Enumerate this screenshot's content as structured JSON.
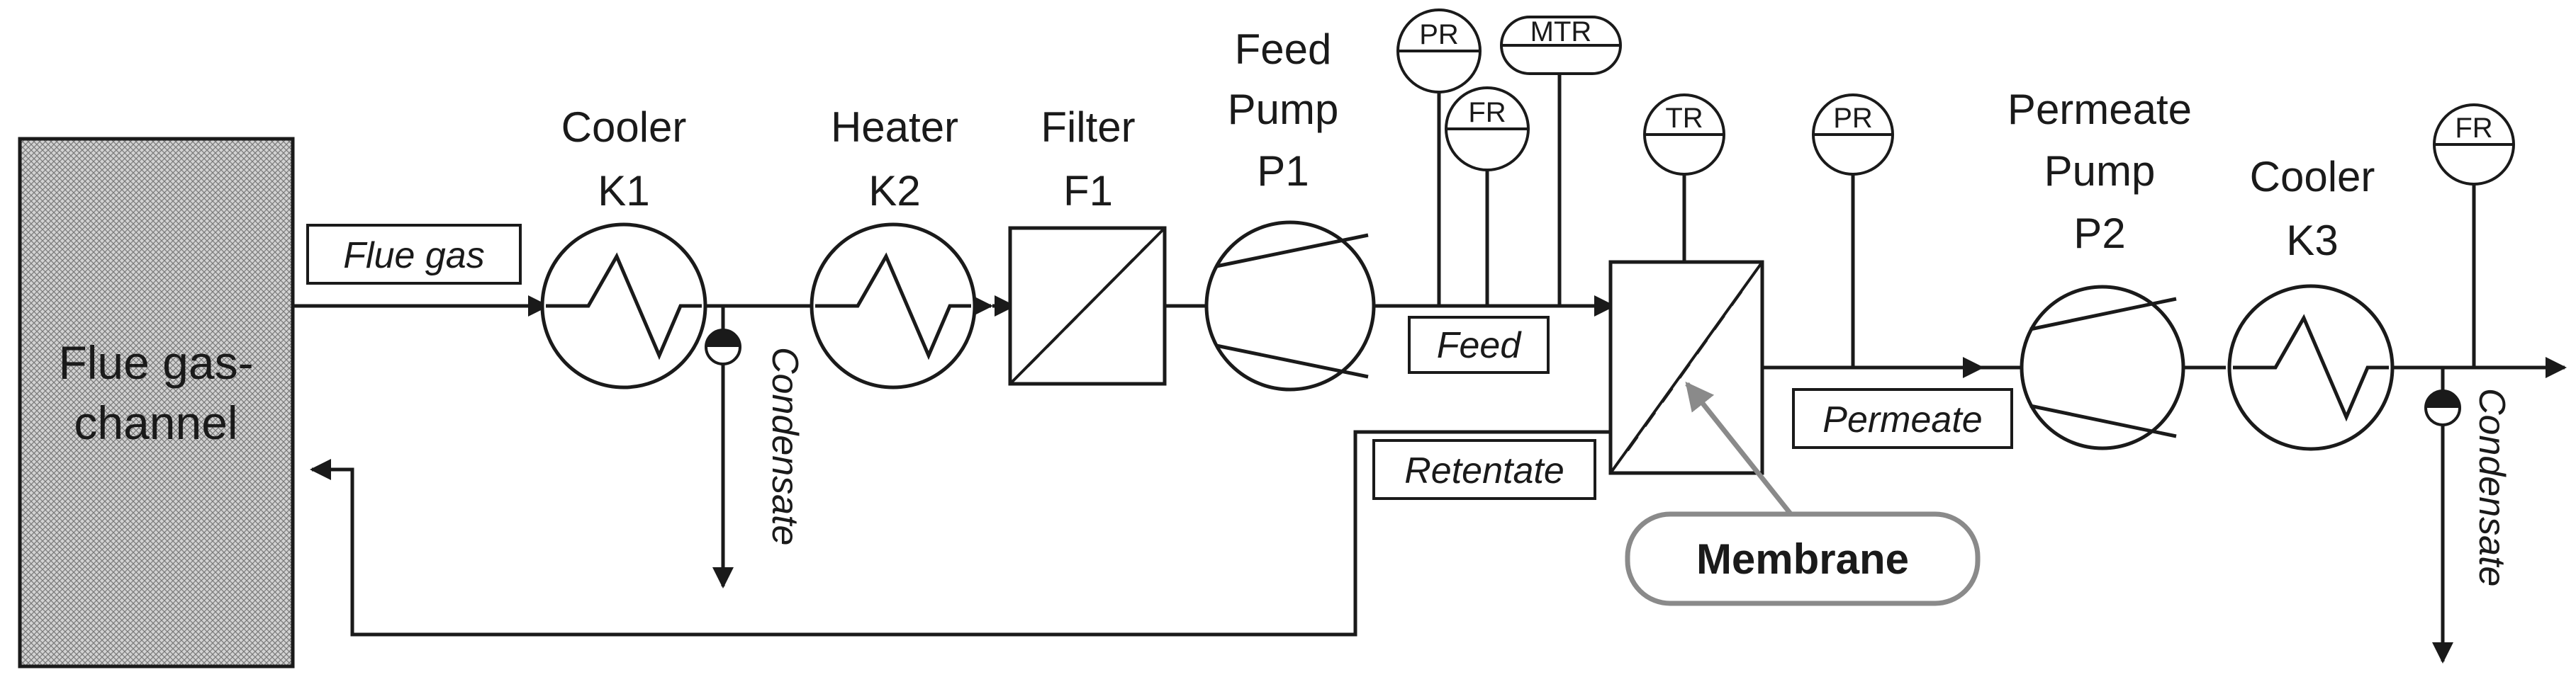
{
  "channel": {
    "line1": "Flue gas-",
    "line2": "channel"
  },
  "streams": {
    "flue_gas": "Flue gas",
    "feed": "Feed",
    "retentate": "Retentate",
    "permeate": "Permeate",
    "condensate": "Condensate"
  },
  "equipment": {
    "cooler_k1": {
      "name": "Cooler",
      "tag": "K1"
    },
    "heater_k2": {
      "name": "Heater",
      "tag": "K2"
    },
    "filter_f1": {
      "name": "Filter",
      "tag": "F1"
    },
    "feed_pump_p1": {
      "name1": "Feed",
      "name2": "Pump",
      "tag": "P1"
    },
    "permeate_pump_p2": {
      "name1": "Permeate",
      "name2": "Pump",
      "tag": "P2"
    },
    "cooler_k3": {
      "name": "Cooler",
      "tag": "K3"
    }
  },
  "instruments": {
    "feed_pr": "PR",
    "feed_fr": "FR",
    "feed_mtr": "MTR",
    "membrane_tr": "TR",
    "permeate_pr": "PR",
    "outlet_fr": "FR"
  },
  "callout": {
    "membrane": "Membrane",
    "color": "#8a8a8a"
  },
  "colors": {
    "line": "#1a1a1a",
    "channel_fill": "#cfcfcf"
  }
}
